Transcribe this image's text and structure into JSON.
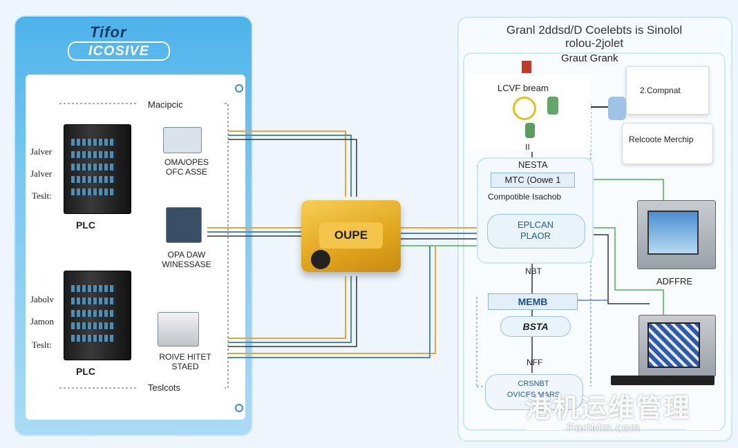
{
  "left_panel": {
    "logo_top": "Tifor",
    "logo_sub": "ICOSIVE",
    "upper": {
      "rows": [
        "Jalver",
        "Jalver",
        "Teslt:"
      ],
      "server_label": "PLC",
      "devices": [
        {
          "label": "OMA/OPES\nOFC ASSE"
        },
        {
          "label": "OPA DAW\nWINESSASE"
        }
      ]
    },
    "lower": {
      "rows": [
        "Jabolv",
        "Jamon",
        "Teslt:"
      ],
      "server_label": "PLC",
      "device": {
        "label": "ROIVE HITET\nSTAED"
      }
    },
    "bracket_top": "Macipcic",
    "bracket_bottom": "Teslcots"
  },
  "center": {
    "label": "OUPE"
  },
  "right_panel": {
    "title": "Granl 2ddsd/D Coelebts is Sinolol\nrolou-2jolet",
    "subtitle": "Graut Grank",
    "lcvf": "LCVF bream",
    "lcvf_sub": "II",
    "compnat": "2.Compnat",
    "relcoote": "Relcoote Merchip",
    "nesta": "NESTA",
    "mtc": "MTC (Oowe 1",
    "compatible": "Compotible Isachob",
    "eplcan": "EPLCAN\nPLAOR",
    "nbt": "NBT",
    "memb": "MEMB",
    "bsta": "BSTA",
    "nff": "NFF",
    "device_stack": "CRSNBT\nOVICES MARS",
    "adffre": "ADFFRE"
  },
  "watermark": {
    "main": "港机运维管理",
    "sub": "PortMm.com"
  },
  "colors": {
    "left_panel": "#4db3ea",
    "oupe": "#e0a51e",
    "wire_orange": "#e8a33a",
    "wire_blue": "#4a86c5",
    "wire_green": "#4caf50",
    "wire_dark": "#333333"
  }
}
